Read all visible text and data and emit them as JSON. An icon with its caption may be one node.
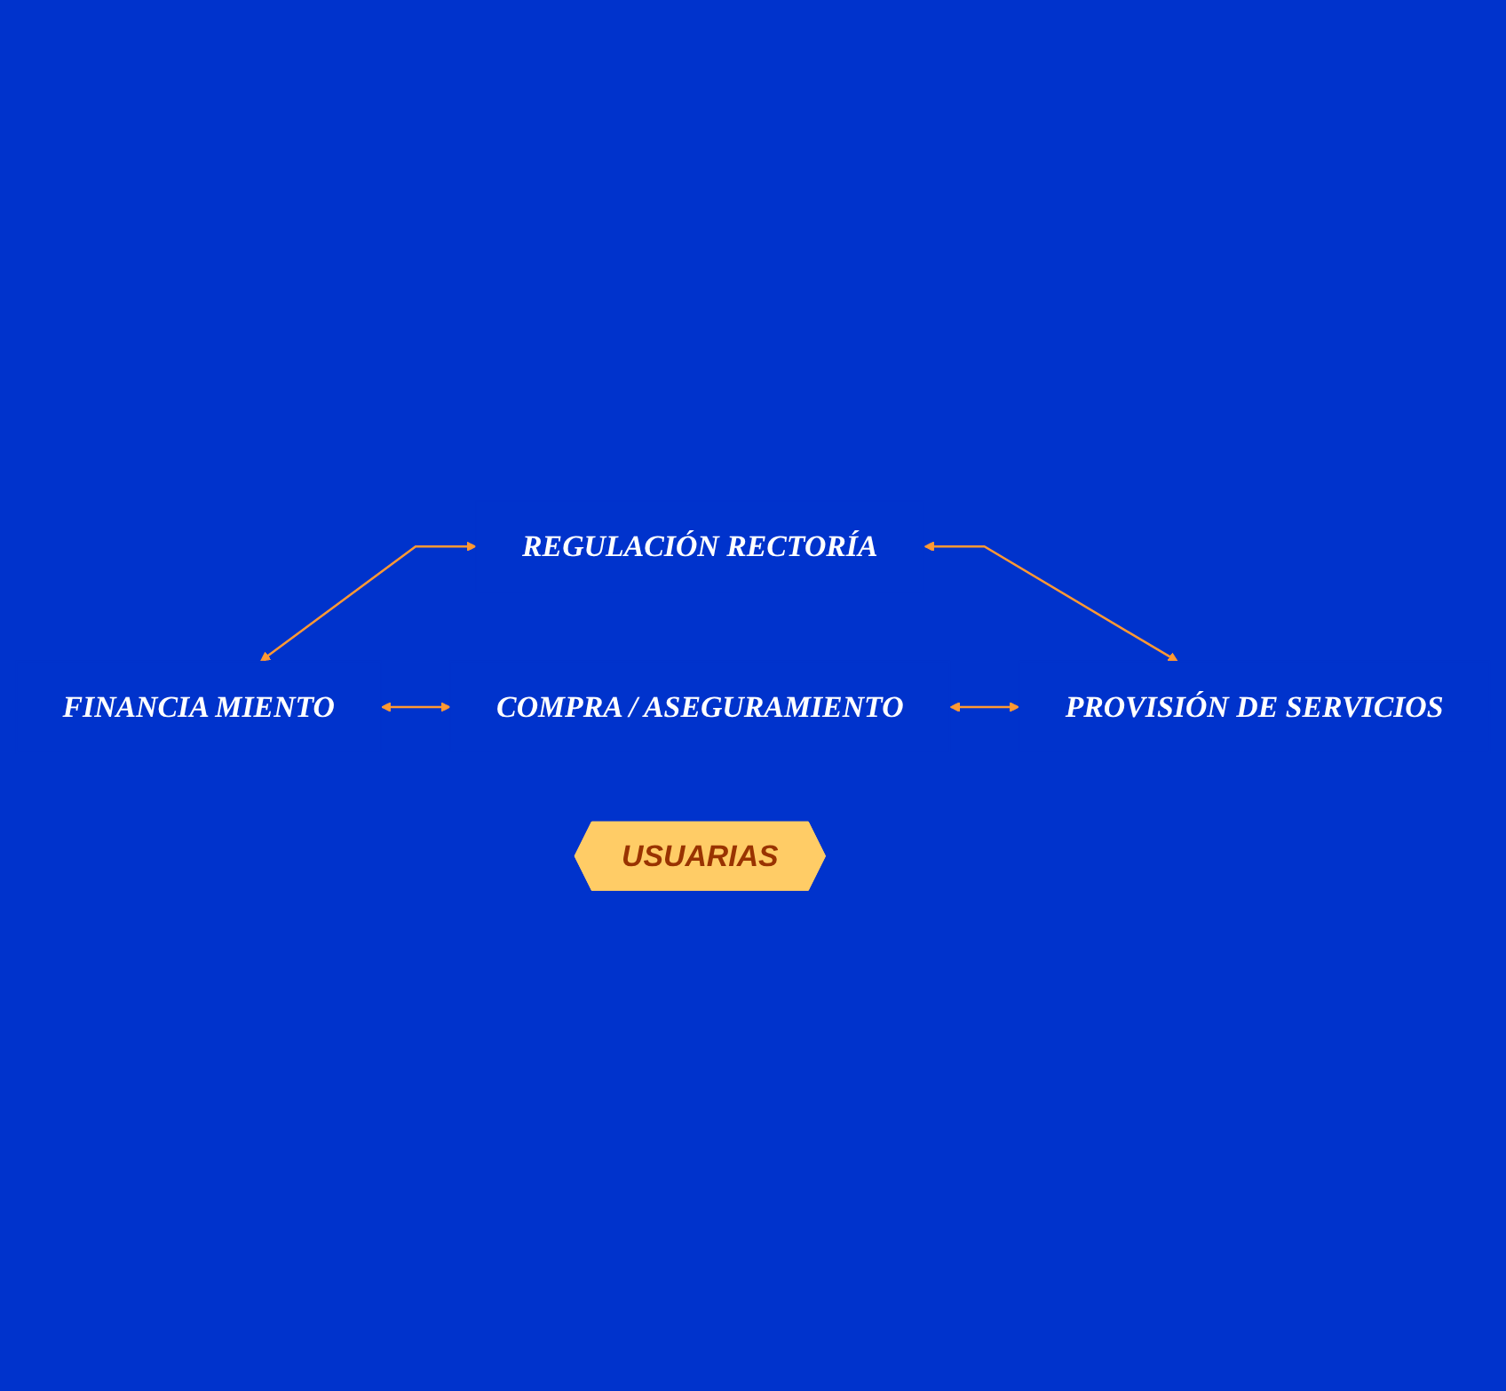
{
  "diagram": {
    "nodes": [
      {
        "text": [
          "REGULACIÓN RECTORÍA"
        ]
      },
      {
        "text": [
          "FINANCIA MIENTO"
        ]
      },
      {
        "text": [
          "USUARIAS"
        ]
      },
      {
        "text": [
          "PROVISIÓN DE SERVICIOS"
        ]
      },
      {
        "text": [
          "COMPRA / ASEGURAMIENTO"
        ]
      }
    ],
    "edges": [
      {
        "from": 1,
        "to": 0,
        "arrow": "both"
      },
      {
        "from": 0,
        "to": 3,
        "arrow": "both"
      },
      {
        "from": 1,
        "to": 4,
        "arrow": "both"
      },
      {
        "from": 4,
        "to": 3,
        "arrow": "both"
      }
    ]
  }
}
